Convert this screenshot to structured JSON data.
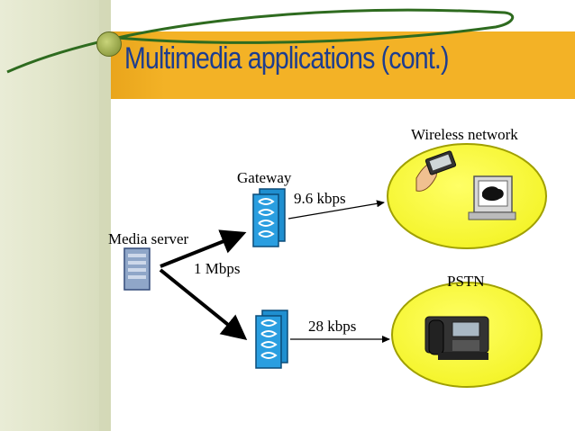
{
  "slide": {
    "title": "Multimedia applications (cont.)"
  },
  "labels": {
    "wireless_network": "Wireless network",
    "gateway": "Gateway",
    "rate_wireless": "9.6 kbps",
    "media_server": "Media server",
    "rate_server": "1 Mbps",
    "pstn": "PSTN",
    "rate_pstn": "28 kbps"
  },
  "colors": {
    "title_bar": "#f3b226",
    "title_text": "#1d3d8f",
    "sidebar": "#dfe3c8",
    "network_cloud": "#ffff44",
    "gateway_device": "#1f8fd0",
    "swoosh": "#2e6b1f"
  },
  "icons": {
    "logo": "flower-logo-icon",
    "server": "server-icon",
    "gateway": "router-gateway-icon",
    "pda": "handheld-device-icon",
    "computer": "desktop-computer-icon",
    "phone": "desk-phone-icon"
  }
}
